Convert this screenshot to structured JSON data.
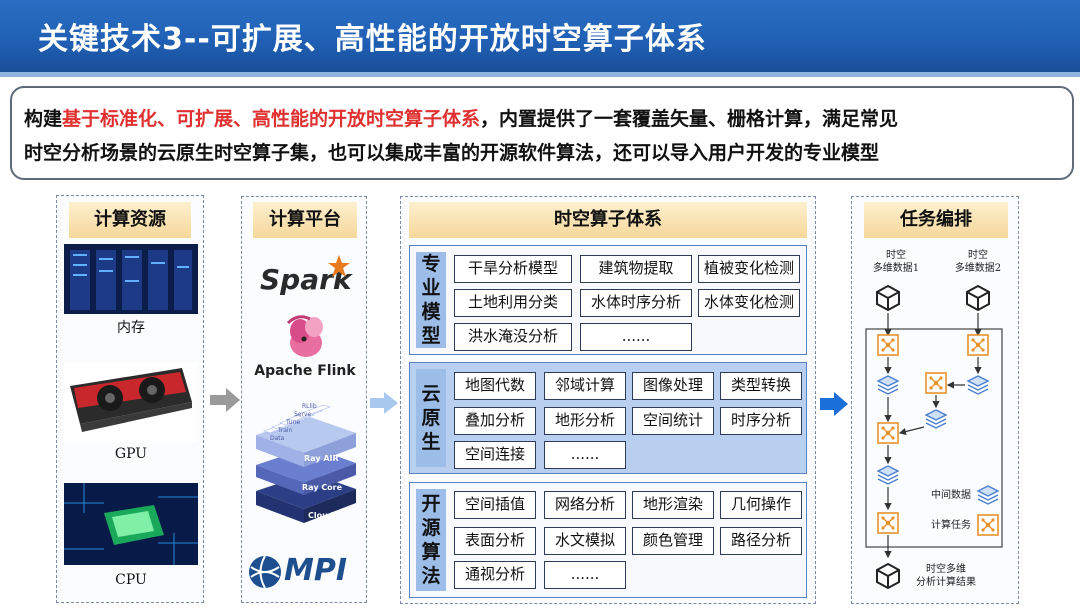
{
  "title": "关键技术3--可扩展、高性能的开放时空算子体系",
  "intro": {
    "prefix": "构建",
    "highlight": "基于标准化、可扩展、高性能的开放时空算子体系",
    "suffix": "，内置提供了一套覆盖矢量、栅格计算，满足常见",
    "line2": "时空分析场景的云原生时空算子集，也可以集成丰富的开源软件算法，还可以导入用户开发的专业模型"
  },
  "compute_resources": {
    "heading": "计算资源",
    "items": [
      {
        "label": "内存",
        "icon": "server-racks-image"
      },
      {
        "label": "GPU",
        "icon": "graphics-card-image"
      },
      {
        "label": "CPU",
        "icon": "cpu-chip-image"
      }
    ]
  },
  "compute_platform": {
    "heading": "计算平台",
    "spark": "Spark",
    "flink": "Apache Flink",
    "ray_layers": [
      "Ray AIR",
      "Ray Core",
      "Cloud"
    ],
    "ray_libs": [
      "RLlib",
      "Serve",
      "Tune",
      "Train",
      "Data"
    ],
    "mpi": "MPI"
  },
  "operator_system": {
    "heading": "时空算子体系",
    "groups": [
      {
        "label": "专业模型",
        "ops": [
          "干旱分析模型",
          "建筑物提取",
          "植被变化检测",
          "土地利用分类",
          "水体时序分析",
          "水体变化检测",
          "洪水淹没分析",
          "......"
        ]
      },
      {
        "label": "云原生",
        "ops": [
          "地图代数",
          "邻域计算",
          "图像处理",
          "类型转换",
          "叠加分析",
          "地形分析",
          "空间统计",
          "时序分析",
          "空间连接",
          "......"
        ]
      },
      {
        "label": "开源算法",
        "ops": [
          "空间插值",
          "网络分析",
          "地形渲染",
          "几何操作",
          "表面分析",
          "水文模拟",
          "颜色管理",
          "路径分析",
          "通视分析",
          "......"
        ]
      }
    ]
  },
  "task_orchestration": {
    "heading": "任务编排",
    "input1": "时空\n多维数据1",
    "input2": "时空\n多维数据2",
    "legend_data": "中间数据",
    "legend_task": "计算任务",
    "output": "时空多维\n分析计算结果"
  },
  "colors": {
    "header": "#1f5fb3",
    "highlight": "#e03030",
    "task_icon": "#e8922a",
    "data_icon": "#4a7fd0"
  }
}
